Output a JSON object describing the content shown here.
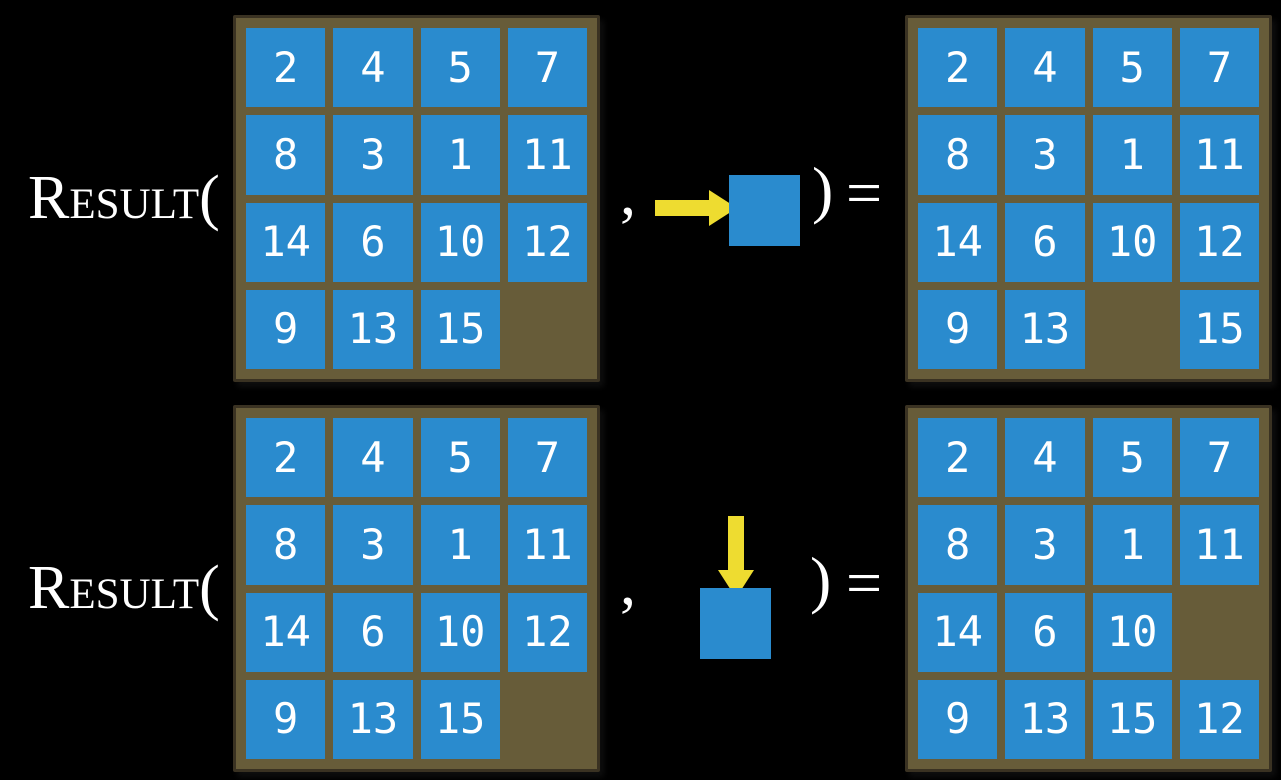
{
  "colors": {
    "background": "#000000",
    "board_bg": "#675c39",
    "board_border": "#3a3222",
    "tile": "#2a8bce",
    "tile_text": "#ffffff",
    "arrow": "#eedc30",
    "text": "#ffffff"
  },
  "equations": [
    {
      "function_label": "Result(",
      "comma": ",",
      "close_paren": ")",
      "equals": "=",
      "action_icon": "right-arrow-into-tile",
      "move_direction": "right",
      "before": [
        [
          "2",
          "4",
          "5",
          "7"
        ],
        [
          "8",
          "3",
          "1",
          "11"
        ],
        [
          "14",
          "6",
          "10",
          "12"
        ],
        [
          "9",
          "13",
          "15",
          null
        ]
      ],
      "after": [
        [
          "2",
          "4",
          "5",
          "7"
        ],
        [
          "8",
          "3",
          "1",
          "11"
        ],
        [
          "14",
          "6",
          "10",
          "12"
        ],
        [
          "9",
          "13",
          null,
          "15"
        ]
      ]
    },
    {
      "function_label": "Result(",
      "comma": ",",
      "close_paren": ")",
      "equals": "=",
      "action_icon": "down-arrow-into-tile",
      "move_direction": "down",
      "before": [
        [
          "2",
          "4",
          "5",
          "7"
        ],
        [
          "8",
          "3",
          "1",
          "11"
        ],
        [
          "14",
          "6",
          "10",
          "12"
        ],
        [
          "9",
          "13",
          "15",
          null
        ]
      ],
      "after": [
        [
          "2",
          "4",
          "5",
          "7"
        ],
        [
          "8",
          "3",
          "1",
          "11"
        ],
        [
          "14",
          "6",
          "10",
          null
        ],
        [
          "9",
          "13",
          "15",
          "12"
        ]
      ]
    }
  ]
}
